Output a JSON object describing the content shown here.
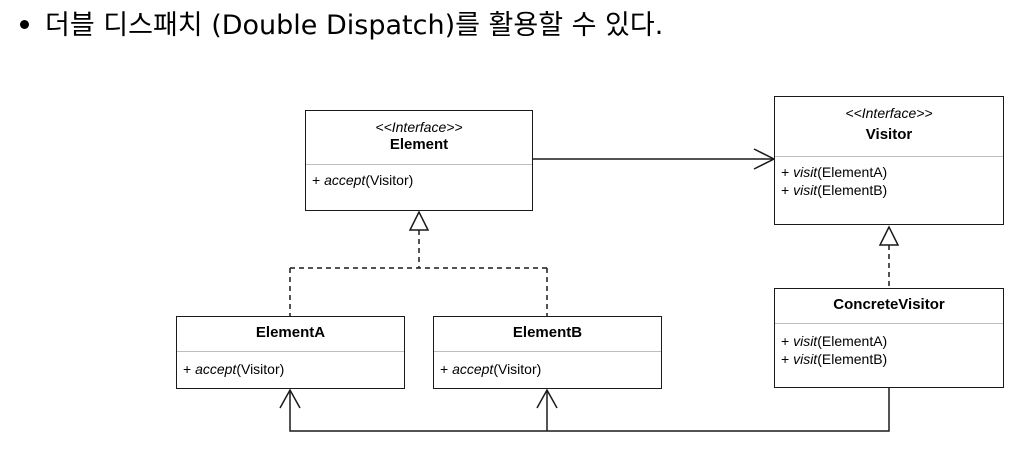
{
  "heading": "더블 디스패치 (Double Dispatch)를 활용할 수 있다.",
  "diagram": {
    "element": {
      "stereotype": "<<Interface>>",
      "name": "Element",
      "ops": [
        {
          "prefix": "+ ",
          "method": "accept",
          "args": "(Visitor)"
        }
      ]
    },
    "visitor": {
      "stereotype": "<<Interface>>",
      "name": "Visitor",
      "ops": [
        {
          "prefix": "+ ",
          "method": "visit",
          "args": "(ElementA)"
        },
        {
          "prefix": "+ ",
          "method": "visit",
          "args": "(ElementB)"
        }
      ]
    },
    "element_a": {
      "name": "ElementA",
      "ops": [
        {
          "prefix": "+ ",
          "method": "accept",
          "args": "(Visitor)"
        }
      ]
    },
    "element_b": {
      "name": "ElementB",
      "ops": [
        {
          "prefix": "+ ",
          "method": "accept",
          "args": "(Visitor)"
        }
      ]
    },
    "concrete_visitor": {
      "name": "ConcreteVisitor",
      "ops": [
        {
          "prefix": "+ ",
          "method": "visit",
          "args": "(ElementA)"
        },
        {
          "prefix": "+ ",
          "method": "visit",
          "args": "(ElementB)"
        }
      ]
    }
  }
}
